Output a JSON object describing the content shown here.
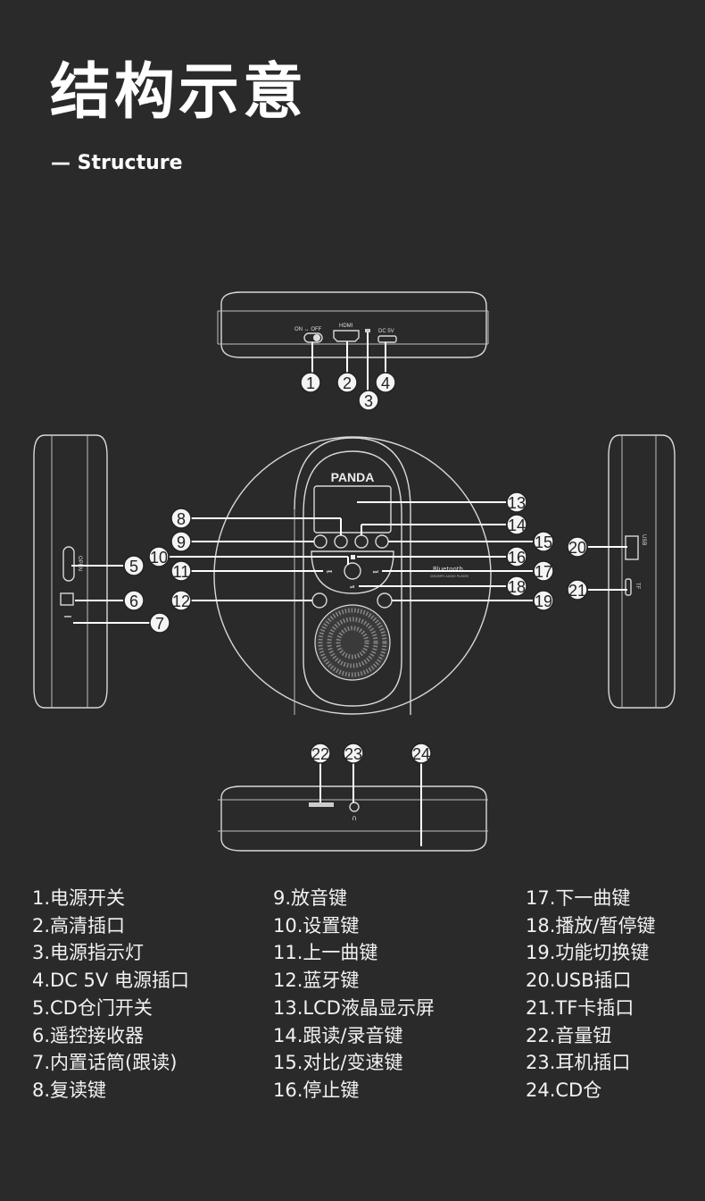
{
  "header": {
    "title": "结构示意",
    "subtitle": "— Structure"
  },
  "device": {
    "brand": "PANDA",
    "bluetooth_label": "Bluetooth",
    "bluetooth_sublabel": "DVD/MP3 AUDIO PLAYER",
    "top_view_labels": {
      "power_switch": "ON ↔ OFF",
      "hdmi": "HDMI",
      "dc": "DC 5V"
    },
    "side_labels": {
      "open": "OPEN",
      "usb": "USB",
      "tf": "TF"
    }
  },
  "callouts": [
    "1",
    "2",
    "3",
    "4",
    "5",
    "6",
    "7",
    "8",
    "9",
    "10",
    "11",
    "12",
    "13",
    "14",
    "15",
    "16",
    "17",
    "18",
    "19",
    "20",
    "21",
    "22",
    "23",
    "24"
  ],
  "legend": {
    "column1": [
      "1.电源开关",
      "2.高清插口",
      "3.电源指示灯",
      "4.DC 5V 电源插口",
      "5.CD仓门开关",
      "6.遥控接收器",
      "7.内置话筒(跟读)",
      "8.复读键"
    ],
    "column2": [
      "9.放音键",
      "10.设置键",
      "11.上一曲键",
      "12.蓝牙键",
      "13.LCD液晶显示屏",
      "14.跟读/录音键",
      "15.对比/变速键",
      "16.停止键"
    ],
    "column3": [
      "17.下一曲键",
      "18.播放/暂停键",
      "19.功能切换键",
      "20.USB插口",
      "21.TF卡插口",
      "22.音量钮",
      "23.耳机插口",
      "24.CD仓"
    ]
  },
  "colors": {
    "background": "#2a2a2a",
    "text": "#ffffff",
    "line": "#d8d8d8"
  }
}
